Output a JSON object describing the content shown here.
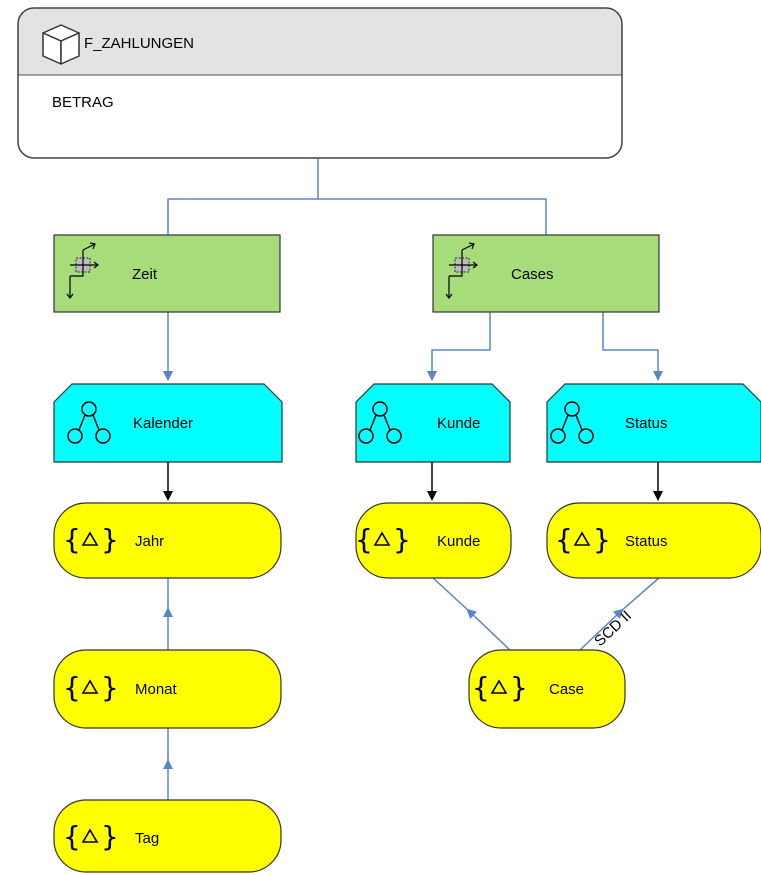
{
  "fact": {
    "name": "F_ZAHLUNGEN",
    "measure": "BETRAG"
  },
  "dimensions": {
    "zeit": "Zeit",
    "cases": "Cases"
  },
  "hierarchies": {
    "kalender": "Kalender",
    "kunde": "Kunde",
    "status": "Status"
  },
  "levels": {
    "jahr": "Jahr",
    "monat": "Monat",
    "tag": "Tag",
    "kunde": "Kunde",
    "status": "Status",
    "case": "Case"
  },
  "edge_labels": {
    "scd": "SCD II"
  },
  "colors": {
    "fact_header": "#e3e3e3",
    "dimension": "#a6dd7a",
    "hierarchy": "#00ffff",
    "level": "#ffff00",
    "connector": "#5a86c8"
  }
}
